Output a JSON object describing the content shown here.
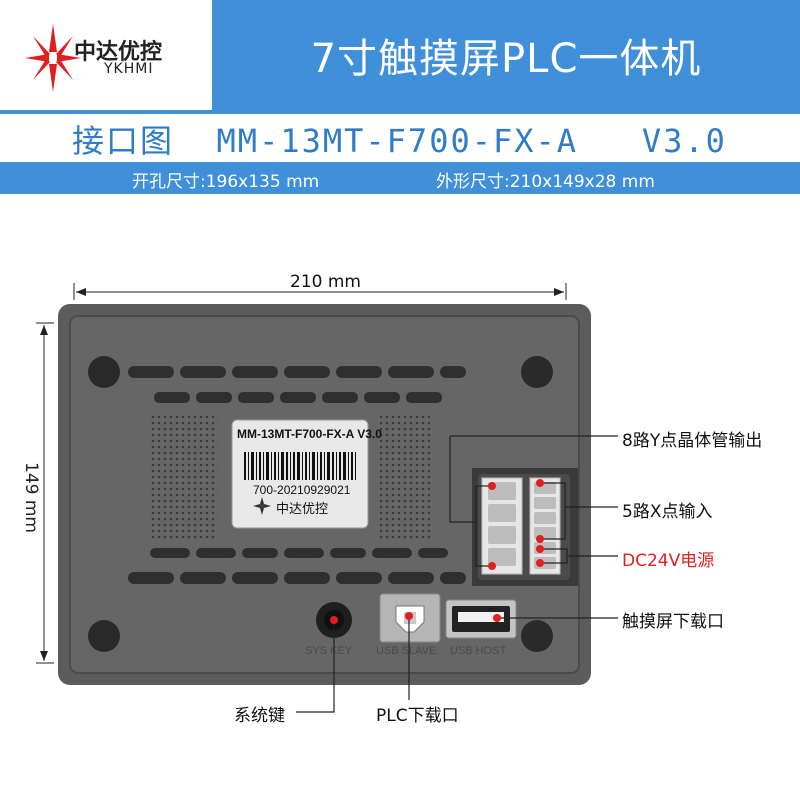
{
  "brand": {
    "name_cn": "中达优控",
    "name_en": "YKHMI"
  },
  "title": "7寸触摸屏PLC一体机",
  "subtitle": "接口图  MM-13MT-F700-FX-A   V3.0",
  "hole_size": "开孔尺寸:196x135 mm",
  "outline_size": "外形尺寸:210x149x28 mm",
  "width_dim": "210 mm",
  "height_dim": "149 mm",
  "device_label": {
    "model": "MM-13MT-F700-FX-A V3.0",
    "serial": "700-20210929021",
    "brand": "中达优控"
  },
  "port_silkscreen": {
    "sys_key": "SYS KEY",
    "usb_slave": "USB SLAVE",
    "usb_host": "USB HOST"
  },
  "callouts": {
    "y_outputs": "8路Y点晶体管输出",
    "x_inputs": "5路X点输入",
    "power": "DC24V电源",
    "hmi_download": "触摸屏下载口",
    "system_key": "系统键",
    "plc_download": "PLC下载口"
  },
  "colors": {
    "accent": "#3f8fd9",
    "text_blue": "#2f7cc9",
    "power_red": "#e02020",
    "callout_dot": "#e02020",
    "device_body": "#5c5c5c"
  }
}
